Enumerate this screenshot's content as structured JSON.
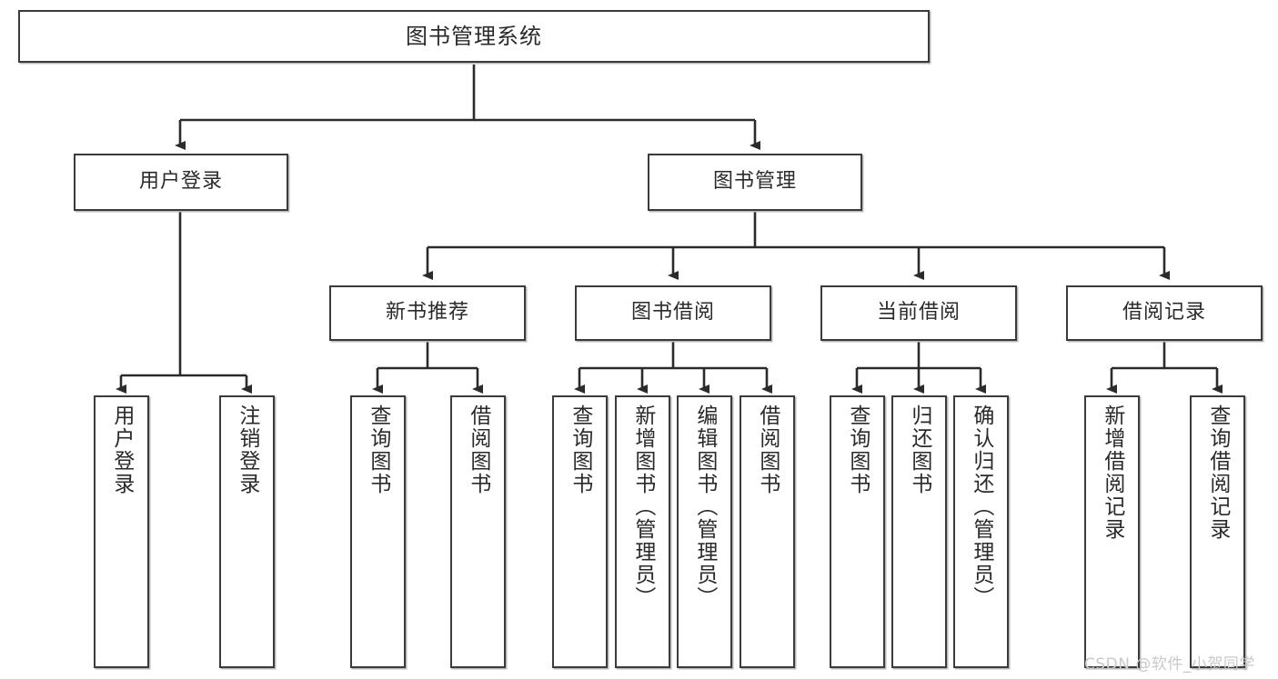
{
  "diagram": {
    "title_text": "图书管理系统",
    "type": "tree-hierarchy-diagram",
    "watermark": "CSDN @软件_小贺同学",
    "colors": {
      "box_border": "#3b3b3b",
      "box_fill": "#ffffff",
      "wire": "#2b2b2b",
      "background": "#ffffff",
      "watermark": "#c9c9c9"
    },
    "root": {
      "label": "图书管理系统"
    },
    "level2": [
      {
        "label": "用户登录"
      },
      {
        "label": "图书管理"
      }
    ],
    "level3": [
      {
        "label": "新书推荐"
      },
      {
        "label": "图书借阅"
      },
      {
        "label": "当前借阅"
      },
      {
        "label": "借阅记录"
      }
    ],
    "leaves": {
      "user_login": [
        {
          "label": "用户登录"
        },
        {
          "label": "注销登录"
        }
      ],
      "new_book_recommend": [
        {
          "label": "查询图书"
        },
        {
          "label": "借阅图书"
        }
      ],
      "book_borrow": [
        {
          "label": "查询图书"
        },
        {
          "label": "新增图书（管理员）"
        },
        {
          "label": "编辑图书（管理员）"
        },
        {
          "label": "借阅图书"
        }
      ],
      "current_borrow": [
        {
          "label": "查询图书"
        },
        {
          "label": "归还图书"
        },
        {
          "label": "确认归还（管理员）"
        }
      ],
      "borrow_record": [
        {
          "label": "新增借阅记录"
        },
        {
          "label": "查询借阅记录"
        }
      ]
    }
  }
}
